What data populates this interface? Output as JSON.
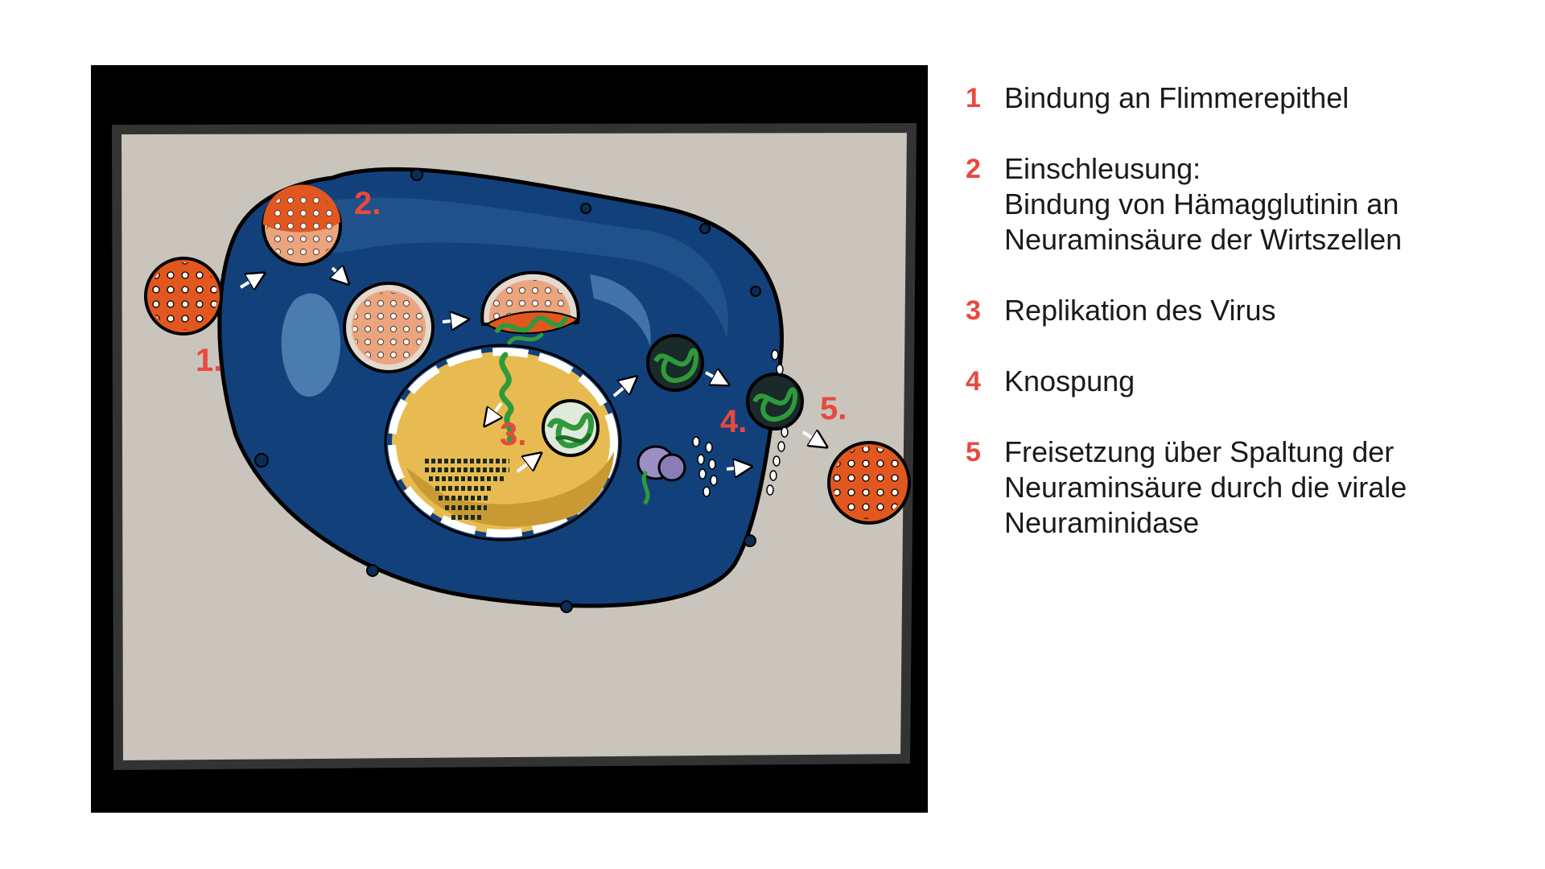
{
  "diagram": {
    "step_labels": [
      "1.",
      "2.",
      "3.",
      "4.",
      "5."
    ]
  },
  "legend": {
    "items": [
      {
        "number": "1",
        "lines": [
          "Bindung an Flimmerepithel"
        ]
      },
      {
        "number": "2",
        "lines": [
          "Einschleusung:",
          "Bindung von Hämagglutinin an",
          "Neuraminsäure der Wirtszellen"
        ]
      },
      {
        "number": "3",
        "lines": [
          "Replikation des Virus"
        ]
      },
      {
        "number": "4",
        "lines": [
          "Knospung"
        ]
      },
      {
        "number": "5",
        "lines": [
          "Freisetzung über Spaltung der",
          "Neuraminsäure durch die virale",
          "Neuraminidase"
        ]
      }
    ]
  },
  "colors": {
    "accent_red": "#e8493f",
    "cell_blue": "#12407a",
    "nucleus_yellow": "#e8bb52",
    "virus_orange": "#e2571f",
    "rna_green": "#2f9a3b",
    "background_gray": "#c9c4bc"
  }
}
